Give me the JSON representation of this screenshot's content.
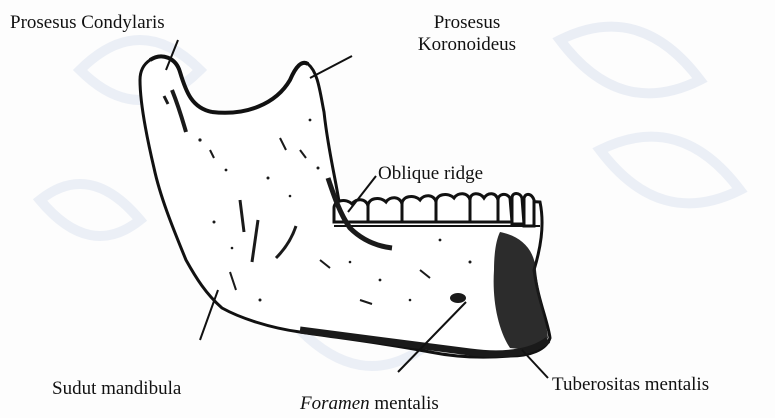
{
  "figure": {
    "subject": "mandible-lateral-view",
    "colors": {
      "background": "#fdfdfd",
      "bone_fill": "#ffffff",
      "ink": "#111111",
      "shading": "#1a1a1a",
      "watermark": "#e9edf5"
    }
  },
  "labels": {
    "prosesus_condylaris": "Prosesus Condylaris",
    "prosesus_koronoideus_line1": "Prosesus",
    "prosesus_koronoideus_line2": "Koronoideus",
    "oblique_ridge": "Oblique ridge",
    "sudut_mandibula": "Sudut mandibula",
    "foramen_word": "Foramen",
    "mentalis_word": "mentalis",
    "tuberositas_mentalis": "Tuberositas mentalis"
  }
}
